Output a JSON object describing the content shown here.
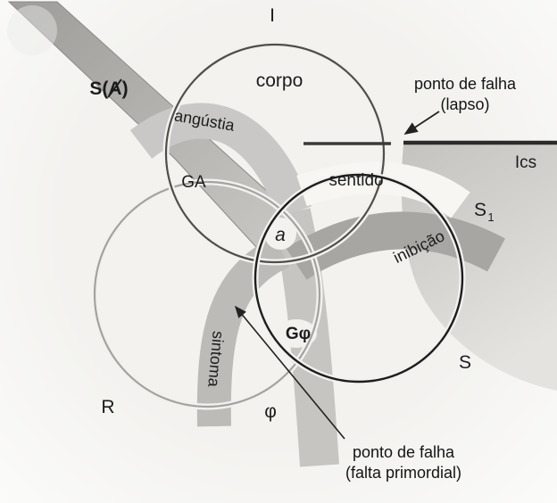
{
  "figure": {
    "rings": {
      "imaginary": "I",
      "real": "R",
      "symbolic": "S"
    },
    "regions": {
      "corpo": "corpo",
      "sentido": "sentido",
      "angustia": "angústia",
      "inibicao": "inibição",
      "sintoma": "sintoma"
    },
    "symbols": {
      "s_barred_a": "S(A)",
      "ga": "GA",
      "object_a": "a",
      "g_phi": "Gφ",
      "phi": "φ",
      "s1_base": "S",
      "s1_sub": "1",
      "ics": "Ics"
    },
    "annotations": {
      "lapso": {
        "line1": "ponto de falha",
        "line2": "(lapso)"
      },
      "falta": {
        "line1": "ponto de falha",
        "line2": "(falta primordial)"
      }
    },
    "colors": {
      "background": "#f2f1ee",
      "field_gray": "#cecdca",
      "band_light": "#c9c8c6",
      "band_dark": "#a7a6a4",
      "ring_dark": "#1e1e1e",
      "ring_gray": "#a3a2a0",
      "text": "#1c1c1c"
    }
  }
}
